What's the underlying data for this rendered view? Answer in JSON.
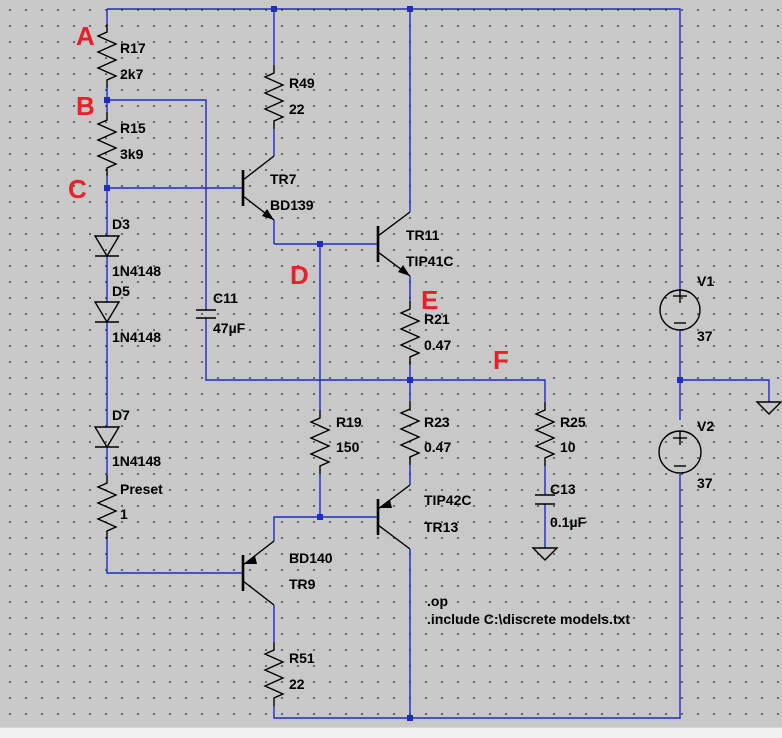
{
  "nodes": {
    "a": "A",
    "b": "B",
    "c": "C",
    "d": "D",
    "e": "E",
    "f": "F"
  },
  "resistors": {
    "r17": {
      "name": "R17",
      "value": "2k7"
    },
    "r15": {
      "name": "R15",
      "value": "3k9"
    },
    "r49": {
      "name": "R49",
      "value": "22"
    },
    "r21": {
      "name": "R21",
      "value": "0.47"
    },
    "r19": {
      "name": "R19",
      "value": "150"
    },
    "r23": {
      "name": "R23",
      "value": "0.47"
    },
    "r25": {
      "name": "R25",
      "value": "10"
    },
    "r51": {
      "name": "R51",
      "value": "22"
    },
    "preset": {
      "name": "Preset",
      "value": "1"
    }
  },
  "diodes": {
    "d3": {
      "name": "D3",
      "value": "1N4148"
    },
    "d5": {
      "name": "D5",
      "value": "1N4148"
    },
    "d7": {
      "name": "D7",
      "value": "1N4148"
    }
  },
  "capacitors": {
    "c11": {
      "name": "C11",
      "value": "47µF"
    },
    "c13": {
      "name": "C13",
      "value": "0.1µF"
    }
  },
  "transistors": {
    "tr7": {
      "name": "TR7",
      "model": "BD139"
    },
    "tr11": {
      "name": "TR11",
      "model": "TIP41C"
    },
    "tr13": {
      "name": "TR13",
      "model": "TIP42C"
    },
    "tr9": {
      "name": "TR9",
      "model": "BD140"
    }
  },
  "sources": {
    "v1": {
      "name": "V1",
      "value": "37"
    },
    "v2": {
      "name": "V2",
      "value": "37"
    }
  },
  "directives": {
    "op": ".op",
    "include": ".include C:\\discrete models.txt"
  },
  "colors": {
    "wire": "#1c2cc8",
    "component": "#000000",
    "node_label": "#e8202a",
    "background": "#c8c8c8"
  }
}
